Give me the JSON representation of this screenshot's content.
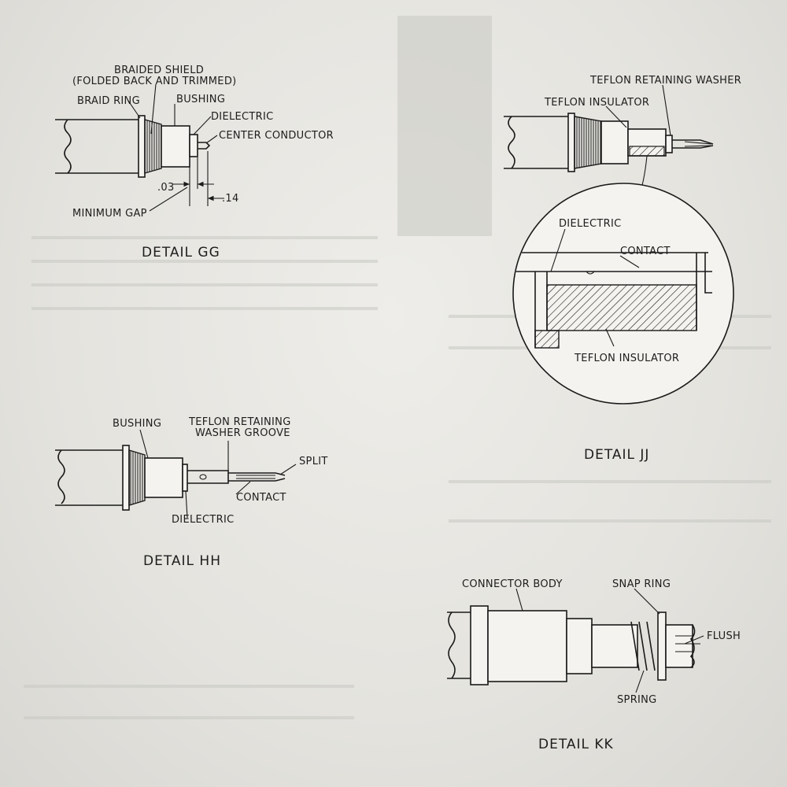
{
  "detail_gg": {
    "caption": "DETAIL GG",
    "labels": {
      "braided_shield_1": "BRAIDED SHIELD",
      "braided_shield_2": "(FOLDED BACK AND TRIMMED)",
      "braid_ring": "BRAID RING",
      "bushing": "BUSHING",
      "dielectric": "DIELECTRIC",
      "center_conductor": "CENTER CONDUCTOR",
      "dim_03": ".03",
      "dim_14": ".14",
      "minimum_gap": "MINIMUM GAP"
    }
  },
  "detail_hh": {
    "caption": "DETAIL HH",
    "labels": {
      "bushing": "BUSHING",
      "teflon_groove_1": "TEFLON RETAINING",
      "teflon_groove_2": "WASHER GROOVE",
      "split": "SPLIT",
      "contact": "CONTACT",
      "dielectric": "DIELECTRIC"
    }
  },
  "detail_jj": {
    "caption": "DETAIL JJ",
    "labels": {
      "teflon_retaining_washer": "TEFLON RETAINING WASHER",
      "teflon_insulator": "TEFLON INSULATOR",
      "dielectric": "DIELECTRIC",
      "contact": "CONTACT",
      "teflon_insulator_2": "TEFLON INSULATOR"
    }
  },
  "detail_kk": {
    "caption": "DETAIL KK",
    "labels": {
      "connector_body": "CONNECTOR BODY",
      "snap_ring": "SNAP RING",
      "flush": "FLUSH",
      "spring": "SPRING"
    }
  }
}
